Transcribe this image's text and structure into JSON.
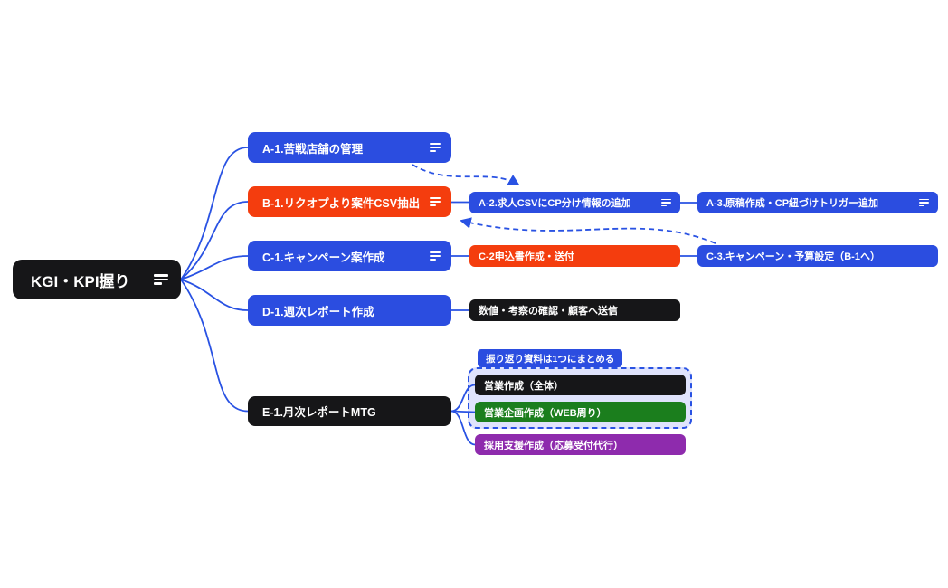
{
  "mindmap": {
    "root": {
      "label": "KGI・KPI握り",
      "has_notes_icon": true
    },
    "nodes": {
      "a1": {
        "label": "A-1.苦戦店舗の管理",
        "color": "blue",
        "has_notes_icon": true
      },
      "b1": {
        "label": "B-1.リクオプより案件CSV抽出",
        "color": "orange",
        "has_notes_icon": true
      },
      "c1": {
        "label": "C-1.キャンペーン案作成",
        "color": "blue",
        "has_notes_icon": true
      },
      "d1": {
        "label": "D-1.週次レポート作成",
        "color": "blue",
        "has_notes_icon": false
      },
      "e1": {
        "label": "E-1.月次レポートMTG",
        "color": "black",
        "has_notes_icon": false
      },
      "a2": {
        "label": "A-2.求人CSVにCP分け情報の追加",
        "color": "blue",
        "has_notes_icon": true
      },
      "a3": {
        "label": "A-3.原稿作成・CP紐づけトリガー追加",
        "color": "blue",
        "has_notes_icon": true
      },
      "c2": {
        "label": "C-2申込書作成・送付",
        "color": "orange",
        "has_notes_icon": false
      },
      "c3": {
        "label": "C-3.キャンペーン・予算設定（B-1へ）",
        "color": "blue",
        "has_notes_icon": false
      },
      "d2": {
        "label": "数値・考察の確認・顧客へ送信",
        "color": "black",
        "has_notes_icon": false
      },
      "e2a": {
        "label": "営業作成（全体）",
        "color": "black",
        "has_notes_icon": false
      },
      "e2b": {
        "label": "営業企画作成（WEB周り）",
        "color": "green",
        "has_notes_icon": false
      },
      "e3": {
        "label": "採用支援作成（応募受付代行）",
        "color": "purple",
        "has_notes_icon": false
      }
    },
    "group": {
      "label": "振り返り資料は1つにまとめる",
      "members": [
        "e2a",
        "e2b"
      ]
    },
    "edges": [
      {
        "from": "root",
        "to": "a1",
        "style": "solid"
      },
      {
        "from": "root",
        "to": "b1",
        "style": "solid"
      },
      {
        "from": "root",
        "to": "c1",
        "style": "solid"
      },
      {
        "from": "root",
        "to": "d1",
        "style": "solid"
      },
      {
        "from": "root",
        "to": "e1",
        "style": "solid"
      },
      {
        "from": "b1",
        "to": "a2",
        "style": "solid"
      },
      {
        "from": "a2",
        "to": "a3",
        "style": "solid"
      },
      {
        "from": "c1",
        "to": "c2",
        "style": "solid"
      },
      {
        "from": "c2",
        "to": "c3",
        "style": "solid"
      },
      {
        "from": "d1",
        "to": "d2",
        "style": "solid"
      },
      {
        "from": "e1",
        "to": "e2a",
        "style": "solid"
      },
      {
        "from": "e1",
        "to": "e2b",
        "style": "solid"
      },
      {
        "from": "e1",
        "to": "e3",
        "style": "solid"
      },
      {
        "from": "a1",
        "to": "a2",
        "style": "dashed-arrow"
      },
      {
        "from": "c3",
        "to": "b1",
        "style": "dashed-arrow"
      }
    ],
    "icons": {
      "notes": "notes-icon (three short horizontal lines)"
    }
  },
  "colors": {
    "blue": "#2b4de0",
    "orange": "#f43d0e",
    "black": "#161618",
    "green": "#1b7e1d",
    "purple": "#8e2bad",
    "line": "#2952e3",
    "group_bg": "#dfe3fc",
    "node_text": "#ffffff",
    "canvas_bg": "#ffffff"
  }
}
